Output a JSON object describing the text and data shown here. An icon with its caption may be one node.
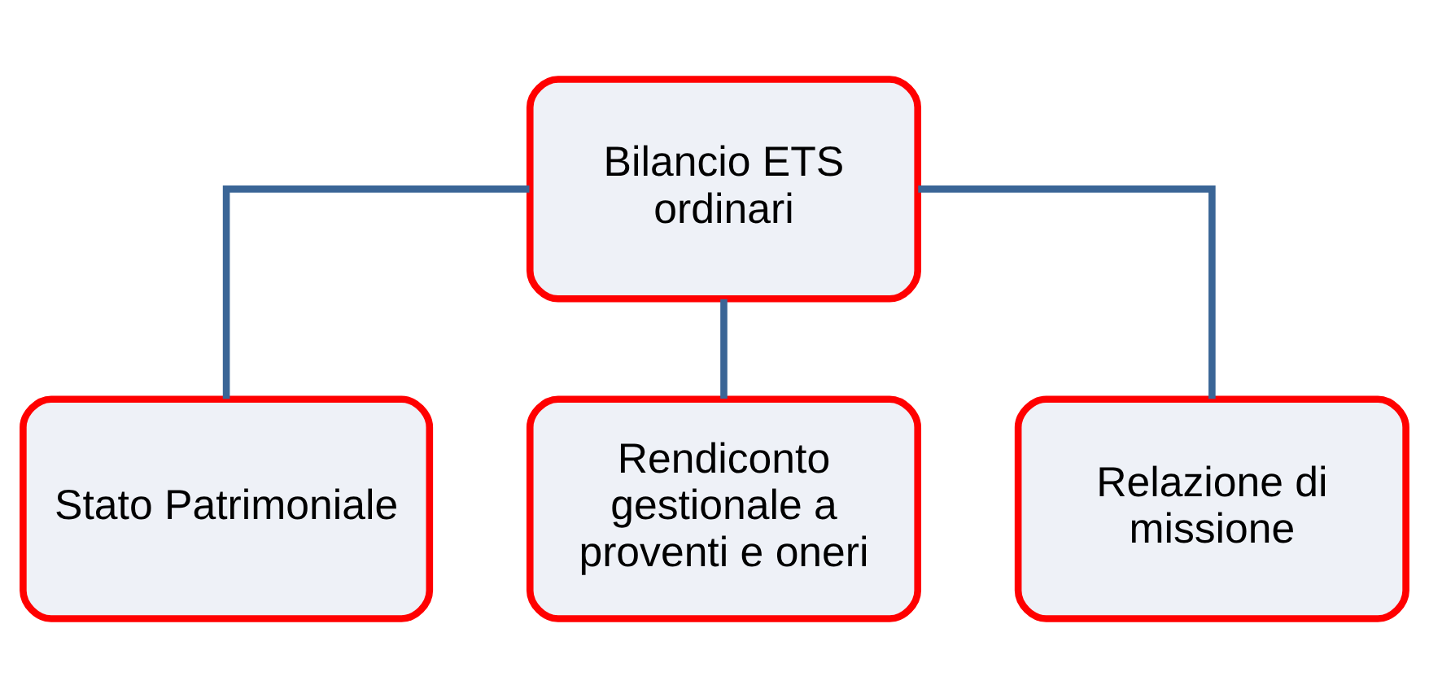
{
  "diagram": {
    "nodes": [
      {
        "text": [
          "Bilancio ETS ordinari"
        ]
      },
      {
        "text": [
          "Stato Patrimoniale"
        ]
      },
      {
        "text": [
          "Rendiconto gestionale a proventi e oneri"
        ]
      },
      {
        "text": [
          "Relazione di missione"
        ]
      }
    ],
    "edges": [
      {
        "from": 0,
        "to": 1,
        "arrow": "none"
      },
      {
        "from": 0,
        "to": 2,
        "arrow": "none"
      },
      {
        "from": 0,
        "to": 3,
        "arrow": "none"
      }
    ]
  }
}
